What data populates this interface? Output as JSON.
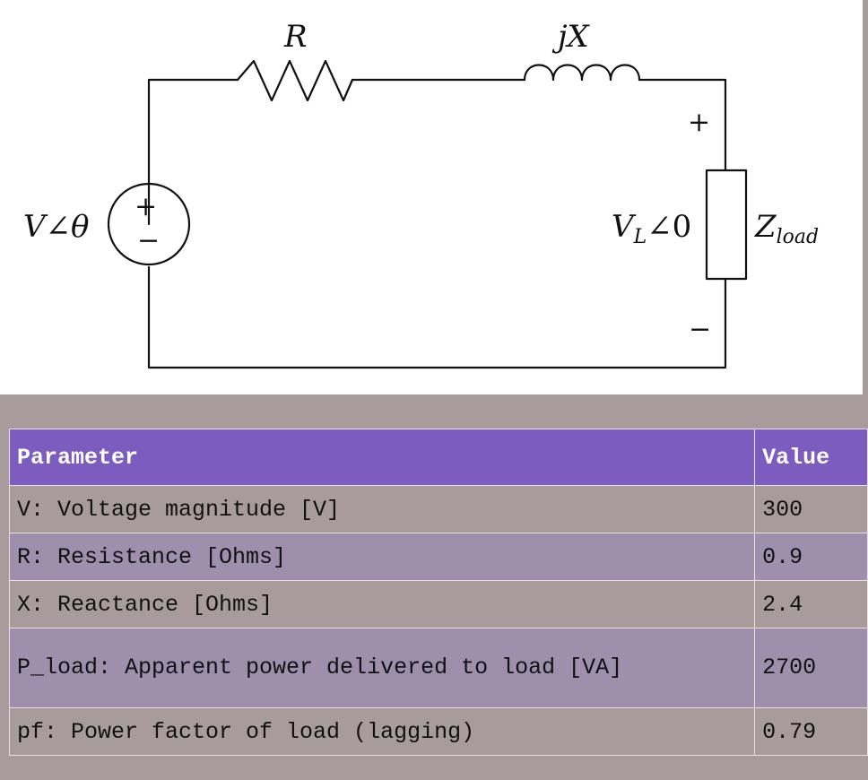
{
  "diagram": {
    "labels": {
      "resistor": "R",
      "inductor_j": "j",
      "inductor_x": "X",
      "source": "V∠θ",
      "plus_sign": "+",
      "minus_sign": "−",
      "load_voltage_v": "V",
      "load_voltage_sub": "L",
      "load_voltage_angle": "∠0",
      "load_z": "Z",
      "load_sub": "load"
    }
  },
  "table": {
    "headers": [
      "Parameter",
      "Value"
    ],
    "rows": [
      [
        "V: Voltage magnitude [V]",
        "300"
      ],
      [
        "R: Resistance [Ohms]",
        "0.9"
      ],
      [
        "X: Reactance [Ohms]",
        "2.4"
      ],
      [
        "P_load: Apparent power delivered to load [VA]",
        "2700"
      ],
      [
        "pf: Power factor of load (lagging)",
        "0.79"
      ]
    ]
  }
}
